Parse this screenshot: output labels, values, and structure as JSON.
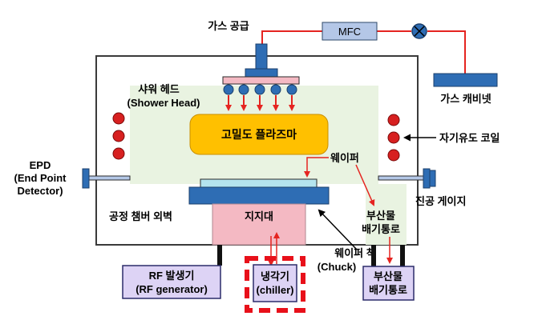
{
  "labels": {
    "gas_supply": "가스 공급",
    "mfc": "MFC",
    "gas_cabinet": "가스 캐비넷",
    "shower_head_ko": "샤워 헤드",
    "shower_head_en": "(Shower Head)",
    "plasma": "고밀도 플라즈마",
    "coil": "자기유도 코일",
    "epd_1": "EPD",
    "epd_2": "(End Point",
    "epd_3": "Detector)",
    "wafer": "웨이퍼",
    "vacuum_gauge": "진공 게이지",
    "chamber_wall": "공정 챔버 외벽",
    "pedestal": "지지대",
    "byproduct_path_1": "부산물",
    "byproduct_path_2": "배기통로",
    "wafer_chuck_1": "웨이퍼 척",
    "wafer_chuck_2": "(Chuck)",
    "rf_1": "RF 발생기",
    "rf_2": "(RF generator)",
    "chiller_1": "냉각기",
    "chiller_2": "(chiller)",
    "exhaust_1": "부산물",
    "exhaust_2": "배기통로"
  },
  "colors": {
    "gas_line": "#e52420",
    "steel_blue": "#2e6db4",
    "plasma_orange": "#ffc000",
    "plasma_bg": "#e9f3e1",
    "chamber_border": "#3a3a3a",
    "coil_red": "#d72020",
    "pedestal_pink": "#f4b9c3",
    "box_lavender": "#ddd3f5",
    "box_border": "#2c2c6a",
    "highlight_red": "#e8101a"
  },
  "icons": {
    "valve": "valve-x-icon"
  }
}
